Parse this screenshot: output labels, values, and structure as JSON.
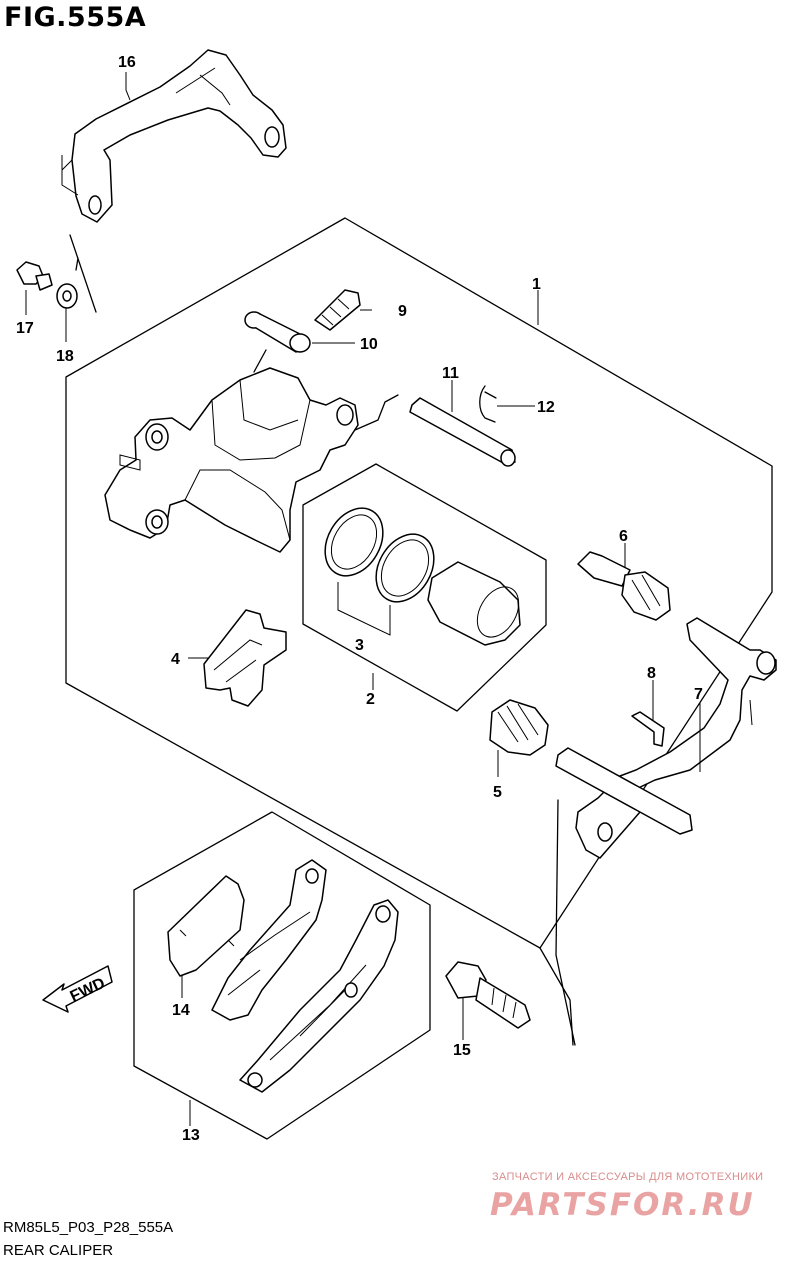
{
  "figure": {
    "title": "FIG.555A"
  },
  "callouts": [
    "1",
    "2",
    "3",
    "4",
    "5",
    "6",
    "7",
    "8",
    "9",
    "10",
    "11",
    "12",
    "13",
    "14",
    "15",
    "16",
    "17",
    "18"
  ],
  "fwd_label": "FWD",
  "watermark": {
    "line1": "ЗАПЧАСТИ И АКСЕССУАРЫ ДЛЯ МОТОТЕХНИКИ",
    "logo": "PARTSFOR.RU"
  },
  "footer": {
    "code": "RM85L5_P03_P28_555A",
    "name": "REAR CALIPER"
  }
}
